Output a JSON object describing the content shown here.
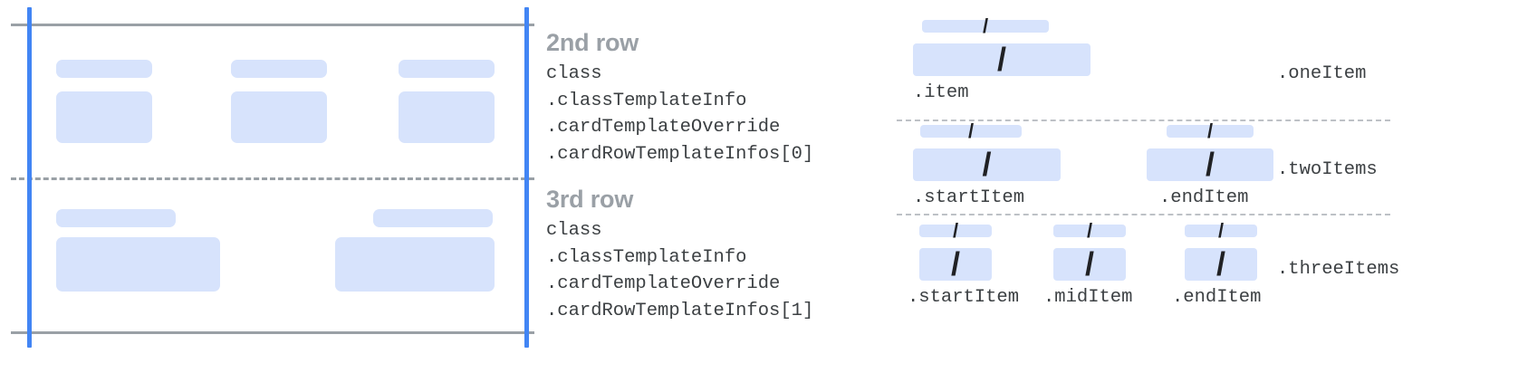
{
  "colors": {
    "placeholder_fill": "#d7e3fc",
    "guide_blue": "#4285f4",
    "guide_gray": "#9aa0a6",
    "title_gray": "#9aa0a6",
    "code_text": "#3c4043",
    "slash_mark": "#202124",
    "dashed_divider": "#bdc1c6",
    "background": "#ffffff"
  },
  "card_mock": {
    "name": "card-row-placeholder-mock",
    "top_rule": "horizontal-rule-top",
    "bottom_rule": "horizontal-rule-bottom",
    "left_edge_marker": "vertical-guide-left",
    "right_edge_marker": "vertical-guide-right",
    "row_divider": "dashed-row-divider",
    "rows": [
      {
        "name": "second-row",
        "items": [
          {
            "label_bar": "label-placeholder",
            "body_bar": "body-placeholder"
          },
          {
            "label_bar": "label-placeholder",
            "body_bar": "body-placeholder"
          },
          {
            "label_bar": "label-placeholder",
            "body_bar": "body-placeholder"
          }
        ]
      },
      {
        "name": "third-row",
        "items": [
          {
            "label_bar": "label-placeholder",
            "body_bar": "body-placeholder"
          },
          {
            "label_bar": "label-placeholder",
            "body_bar": "body-placeholder"
          }
        ]
      }
    ]
  },
  "annotations": [
    {
      "title": "2nd row",
      "code": "class\n.classTemplateInfo\n.cardTemplateOverride\n.cardRowTemplateInfos[0]"
    },
    {
      "title": "3rd row",
      "code": "class\n.classTemplateInfo\n.cardTemplateOverride\n.cardRowTemplateInfos[1]"
    }
  ],
  "variants": [
    {
      "name": "one-item",
      "variant_label": ".oneItem",
      "slash_glyph": "/",
      "slots": [
        {
          "label": ".item",
          "slash_glyph": "/"
        }
      ]
    },
    {
      "name": "two-items",
      "variant_label": ".twoItems",
      "slash_glyph": "/",
      "slots": [
        {
          "label": ".startItem",
          "slash_glyph": "/"
        },
        {
          "label": ".endItem",
          "slash_glyph": "/"
        }
      ]
    },
    {
      "name": "three-items",
      "variant_label": ".threeItems",
      "slash_glyph": "/",
      "slots": [
        {
          "label": ".startItem",
          "slash_glyph": "/"
        },
        {
          "label": ".midItem",
          "slash_glyph": "/"
        },
        {
          "label": ".endItem",
          "slash_glyph": "/"
        }
      ]
    }
  ]
}
